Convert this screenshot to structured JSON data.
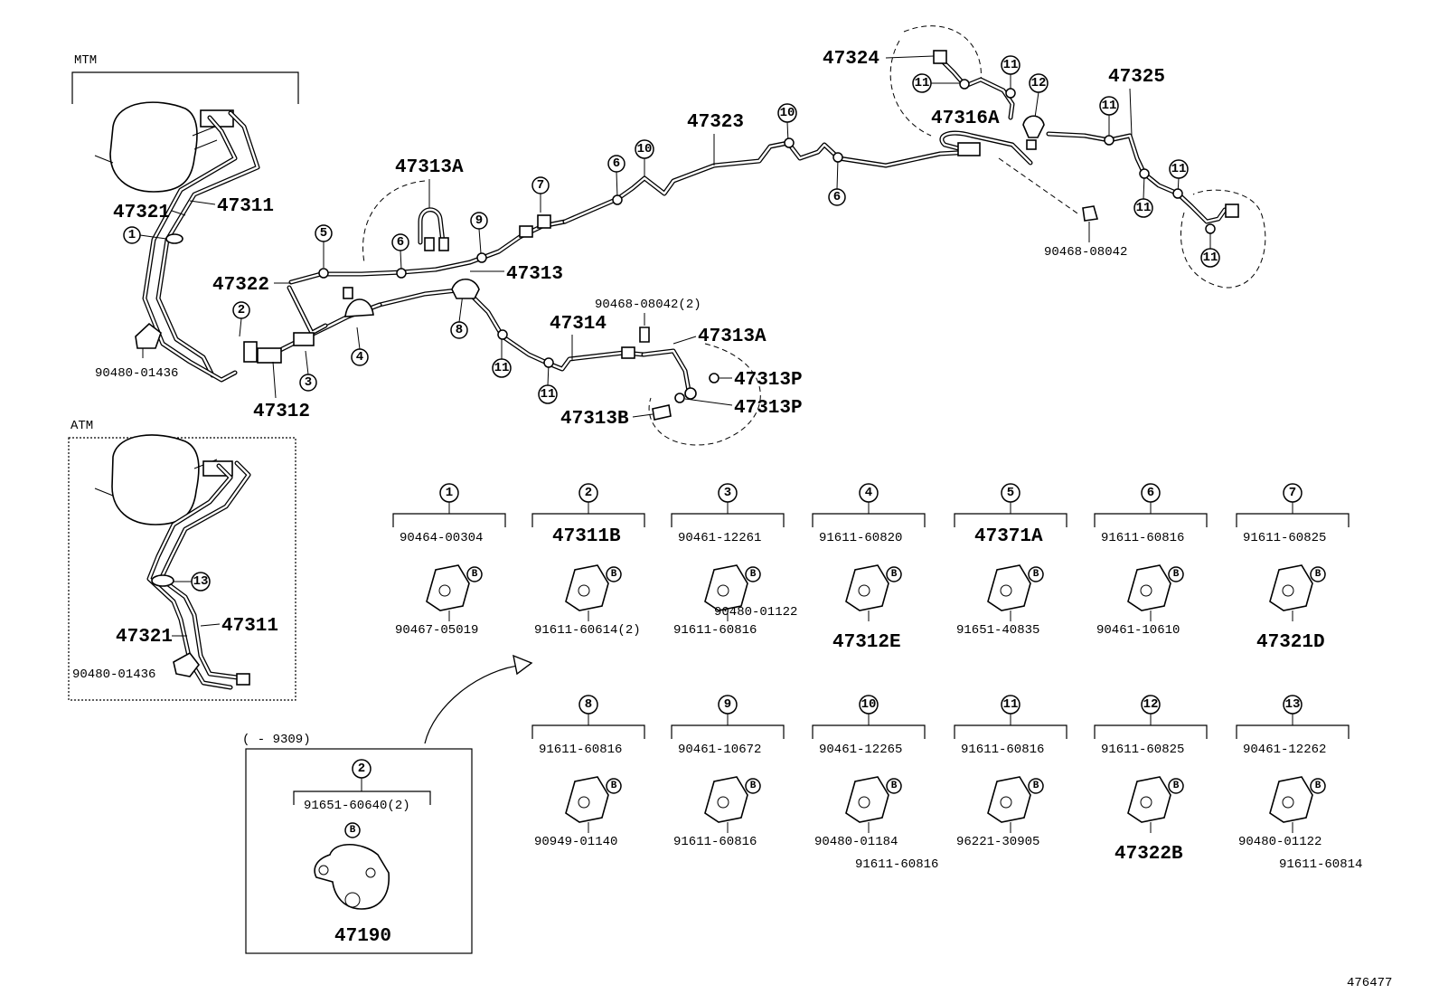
{
  "sections": {
    "mtm": "MTM",
    "atm": "ATM",
    "range": "(    - 9309)"
  },
  "part_numbers": {
    "p47324": "47324",
    "p47325": "47325",
    "p47316A": "47316A",
    "p47323": "47323",
    "p47313A_top": "47313A",
    "p47321_mtm": "47321",
    "p47311_mtm": "47311",
    "p47322": "47322",
    "p47313": "47313",
    "p47314": "47314",
    "p47313A_mid": "47313A",
    "p47313P_a": "47313P",
    "p47313P_b": "47313P",
    "p47313B": "47313B",
    "p47312": "47312",
    "p90480_01436_mtm": "90480-01436",
    "p90468_08042": "90468-08042",
    "p90468_08042_2": "90468-08042(2)",
    "p47321_atm": "47321",
    "p47311_atm": "47311",
    "p90480_01436_atm": "90480-01436",
    "p47190": "47190",
    "p91651_60640_2": "91651-60640(2)"
  },
  "callouts": [
    "1",
    "2",
    "3",
    "4",
    "5",
    "6",
    "7",
    "8",
    "9",
    "10",
    "11",
    "12",
    "13"
  ],
  "bolt_mark": "B",
  "detail_boxes": [
    {
      "num": "1",
      "top": "90464-00304",
      "bottom": "90467-05019",
      "extra": ""
    },
    {
      "num": "2",
      "top": "47311B",
      "bottom": "91611-60614(2)",
      "extra": ""
    },
    {
      "num": "3",
      "top": "90461-12261",
      "bottom": "91611-60816",
      "extra": "90480-01122"
    },
    {
      "num": "4",
      "top": "91611-60820",
      "bottom": "47312E",
      "extra": ""
    },
    {
      "num": "5",
      "top": "47371A",
      "bottom": "91651-40835",
      "extra": ""
    },
    {
      "num": "6",
      "top": "91611-60816",
      "bottom": "90461-10610",
      "extra": ""
    },
    {
      "num": "7",
      "top": "91611-60825",
      "bottom": "47321D",
      "extra": ""
    },
    {
      "num": "8",
      "top": "91611-60816",
      "bottom": "90949-01140",
      "extra": ""
    },
    {
      "num": "9",
      "top": "90461-10672",
      "bottom": "91611-60816",
      "extra": ""
    },
    {
      "num": "10",
      "top": "90461-12265",
      "bottom": "90480-01184",
      "extra": "91611-60816"
    },
    {
      "num": "11",
      "top": "91611-60816",
      "bottom": "96221-30905",
      "extra": ""
    },
    {
      "num": "12",
      "top": "91611-60825",
      "bottom": "47322B",
      "extra": ""
    },
    {
      "num": "13",
      "top": "90461-12262",
      "bottom": "90480-01122",
      "extra": "91611-60814"
    }
  ],
  "diagram_id": "476477"
}
